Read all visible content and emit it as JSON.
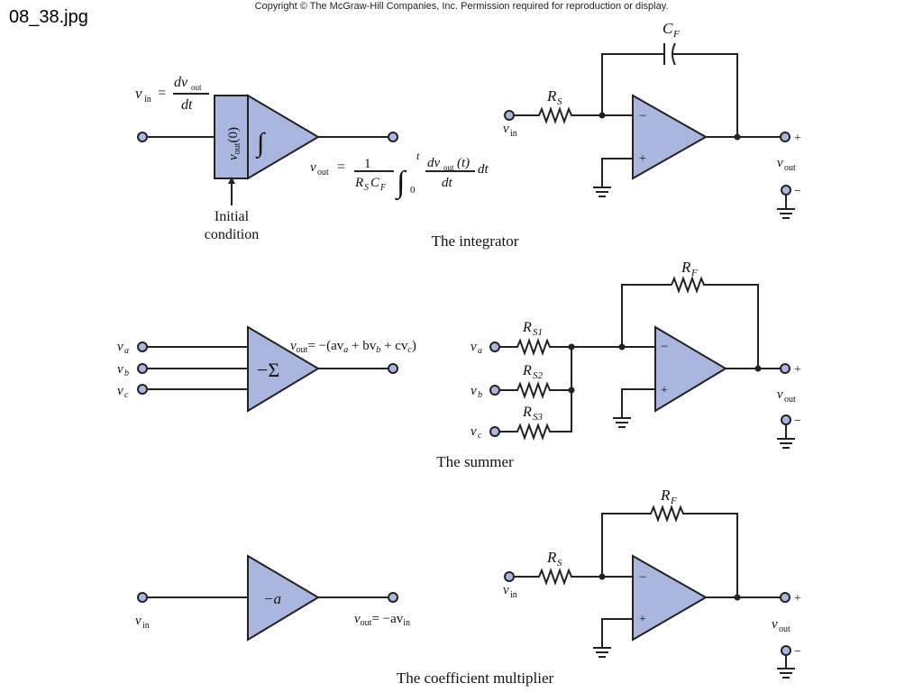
{
  "file_label": "08_38.jpg",
  "copyright": "Copyright © The McGraw-Hill Companies, Inc. Permission required for reproduction or display.",
  "integrator": {
    "caption": "The integrator",
    "vin_eq_lhs": "v",
    "vin_eq_lhs_sub": "in",
    "vin_eq_equals": "=",
    "vin_eq_num": "dv",
    "vin_eq_num_sub": "out",
    "vin_eq_den": "dt",
    "ic_box": "v",
    "ic_box_sub": "out",
    "ic_box_arg": "(0)",
    "integral_symbol": "∫",
    "initial_condition_line1": "Initial",
    "initial_condition_line2": "condition",
    "vout_lhs": "v",
    "vout_lhs_sub": "out",
    "vout_equals": "=",
    "vout_frac_num": "1",
    "vout_frac_den": "R",
    "vout_frac_den_sub": "S",
    "vout_frac_den2": "C",
    "vout_frac_den2_sub": "F",
    "vout_int_upper": "t",
    "vout_int_lower": "0",
    "vout_int_num": "dv",
    "vout_int_num_sub": "out",
    "vout_int_num_arg": "(t)",
    "vout_int_den": "dt",
    "vout_int_tail": "dt",
    "cf_label": "C",
    "cf_sub": "F",
    "rs_label": "R",
    "rs_sub": "S",
    "vin_label": "v",
    "vin_sub": "in",
    "vout_label": "v",
    "vout_sub": "out",
    "minus": "−",
    "plus": "+",
    "out_plus": "+",
    "out_minus": "−"
  },
  "summer": {
    "caption": "The summer",
    "sigma": "−Σ",
    "va": "v",
    "va_sub": "a",
    "vb": "v",
    "vb_sub": "b",
    "vc": "v",
    "vc_sub": "c",
    "eq_lhs": "v",
    "eq_lhs_sub": "out",
    "eq_rhs": "= −(av",
    "eq_a_sub": "a",
    "eq_mid1": " + bv",
    "eq_b_sub": "b",
    "eq_mid2": " + cv",
    "eq_c_sub": "c",
    "eq_close": ")",
    "rs1": "R",
    "rs1_sub": "S1",
    "rs2": "R",
    "rs2_sub": "S2",
    "rs3": "R",
    "rs3_sub": "S3",
    "rf": "R",
    "rf_sub": "F",
    "cva": "v",
    "cva_sub": "a",
    "cvb": "v",
    "cvb_sub": "b",
    "cvc": "v",
    "cvc_sub": "c",
    "vout_label": "v",
    "vout_sub": "out",
    "minus": "−",
    "plus": "+",
    "out_plus": "+",
    "out_minus": "−"
  },
  "multiplier": {
    "caption": "The coefficient multiplier",
    "gain": "−a",
    "vin": "v",
    "vin_sub": "in",
    "eq_lhs": "v",
    "eq_lhs_sub": "out",
    "eq_rhs": "= −av",
    "eq_rhs_sub": "in",
    "rf": "R",
    "rf_sub": "F",
    "rs": "R",
    "rs_sub": "S",
    "cvin": "v",
    "cvin_sub": "in",
    "vout_label": "v",
    "vout_sub": "out",
    "minus": "−",
    "plus": "+",
    "out_plus": "+",
    "out_minus": "−"
  }
}
